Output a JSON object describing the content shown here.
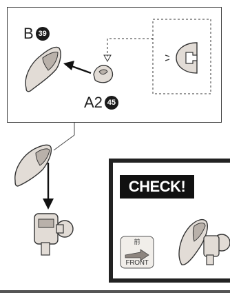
{
  "parts": {
    "part_b": {
      "letter": "B",
      "number": "39"
    },
    "part_a2": {
      "letter": "A2",
      "number": "45"
    }
  },
  "check": {
    "title": "CHECK!",
    "front_kanji": "前",
    "front_label": "FRONT"
  },
  "colors": {
    "line": "#333333",
    "part_fill": "#e2dcd6",
    "part_shade": "#b9b1aa",
    "arrow": "#111111",
    "banner": "#111111"
  },
  "icons": [
    "arrow-right-icon",
    "arrow-down-icon",
    "dashed-callout-arrow-icon",
    "front-arrow-icon"
  ]
}
